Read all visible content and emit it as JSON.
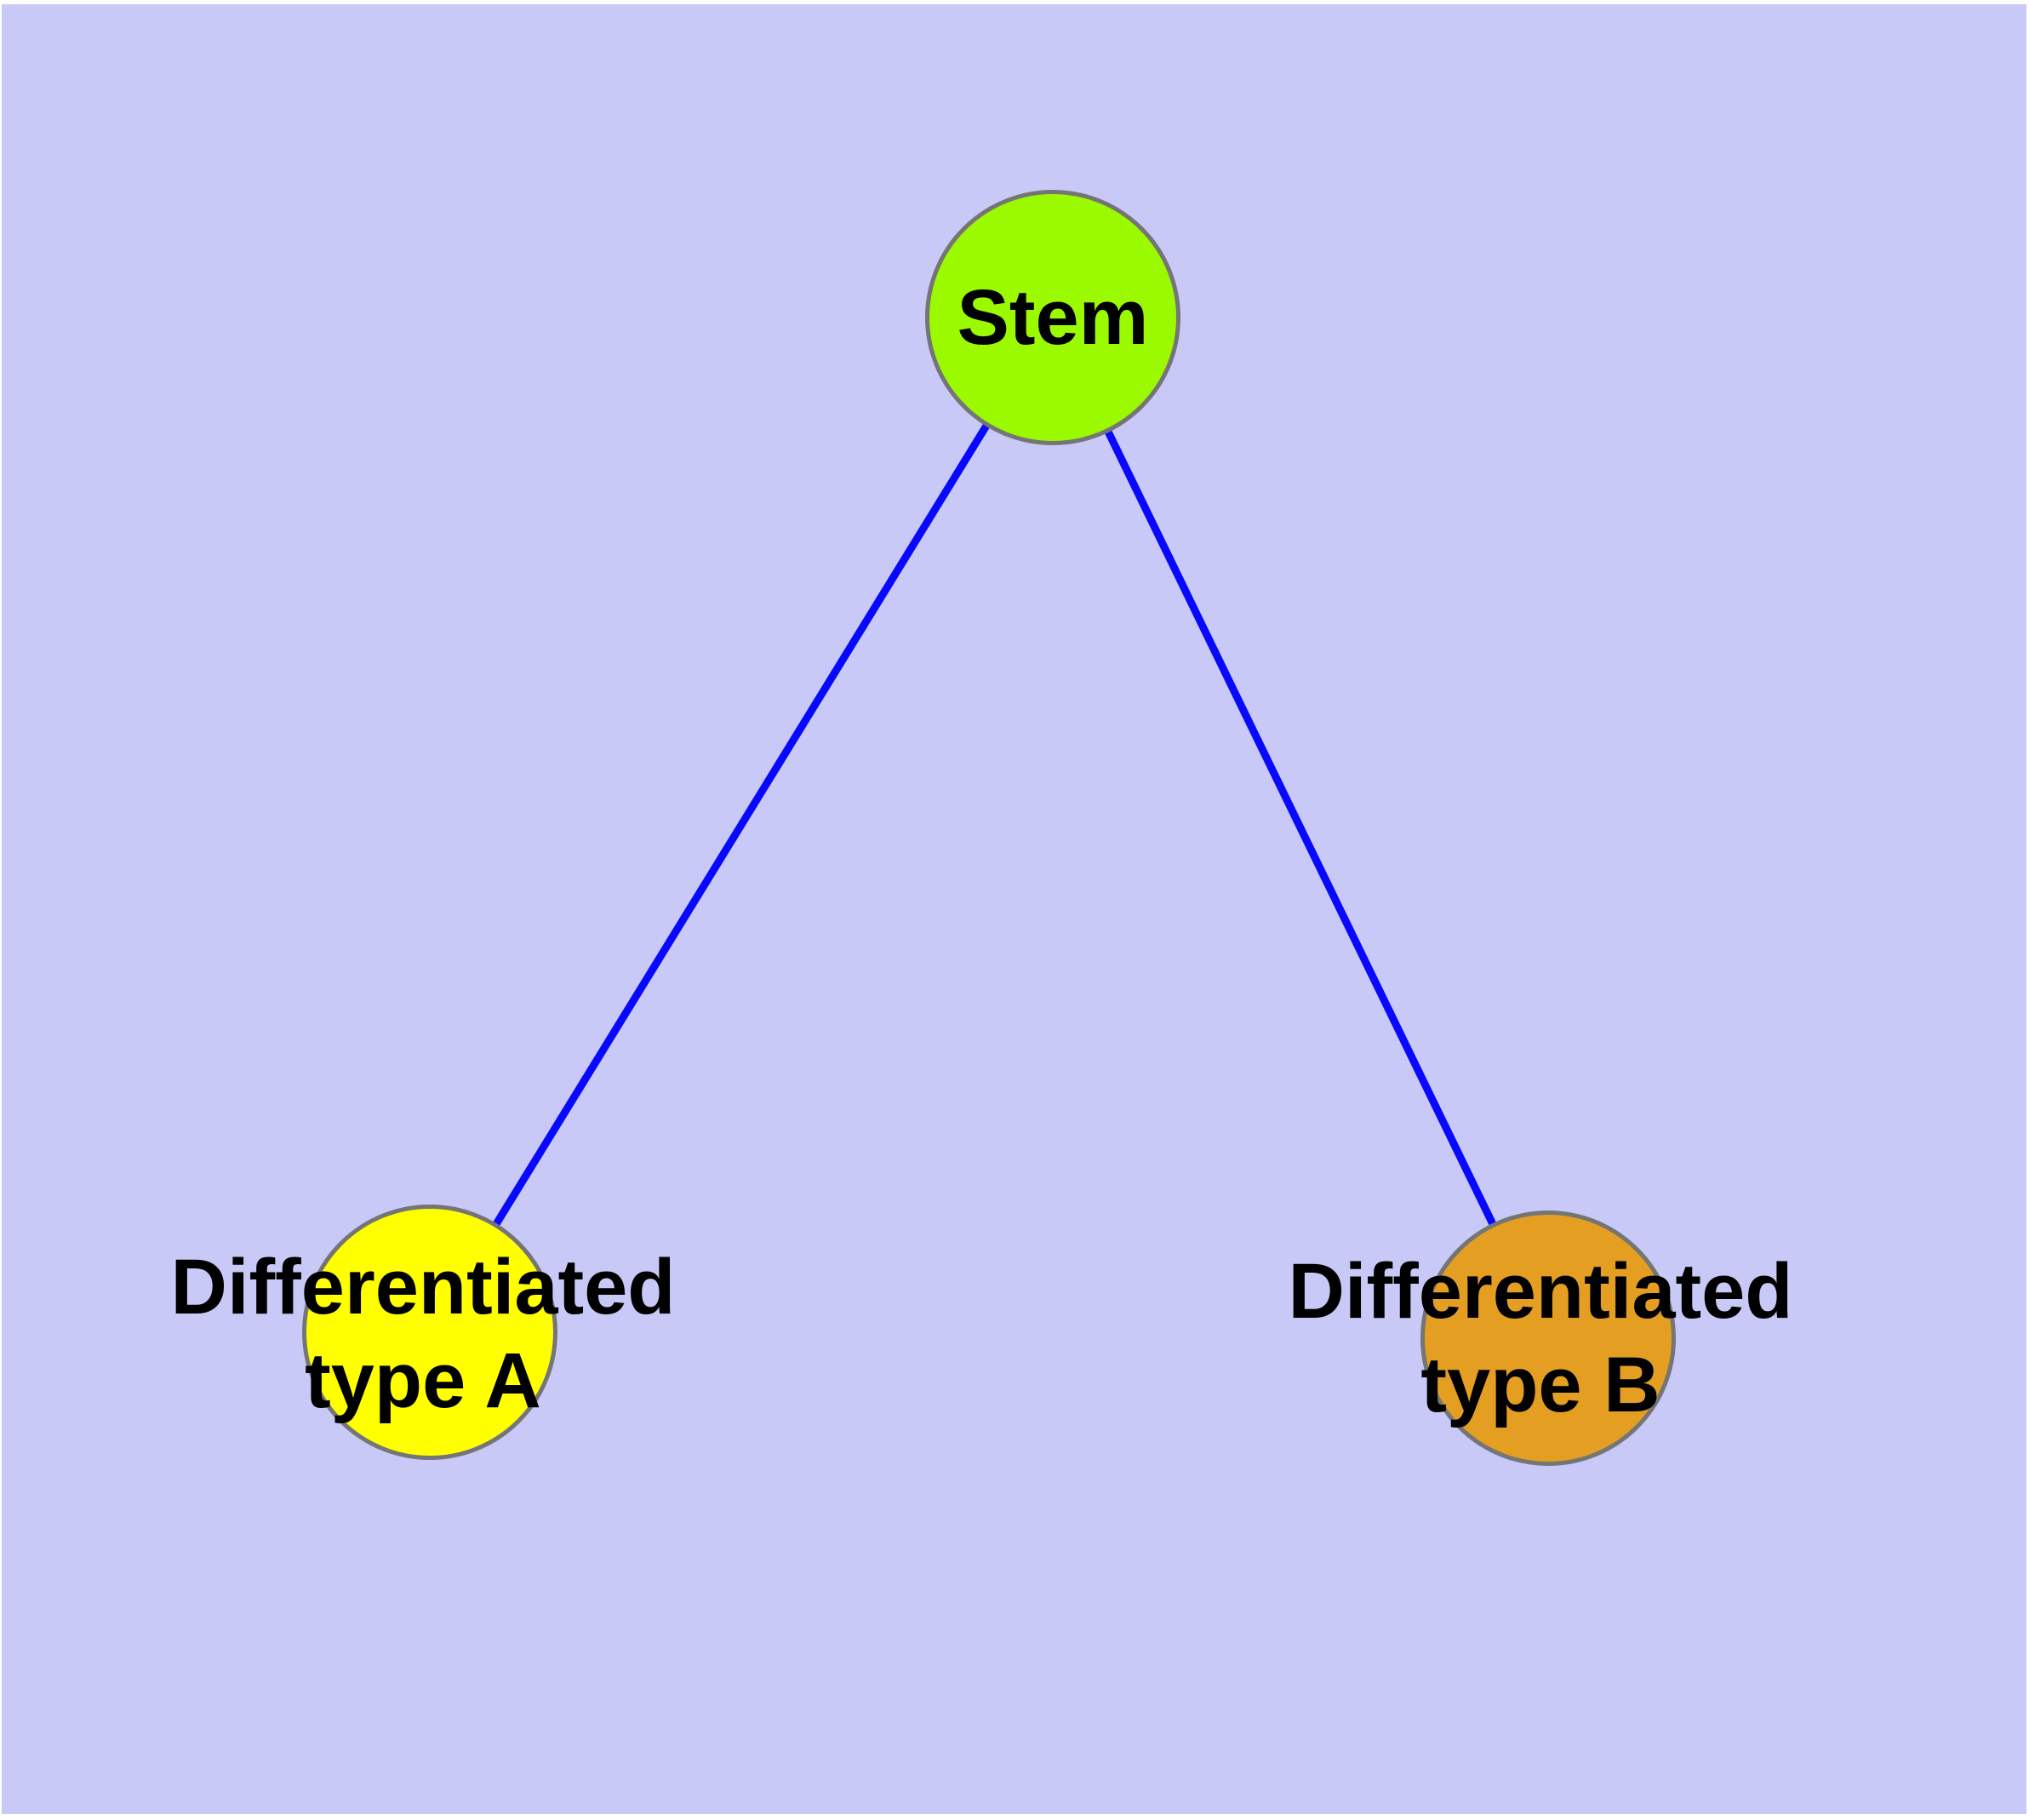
{
  "diagram": {
    "type": "graph",
    "background_color": "#c9c9f7",
    "node_border_color": "#757575",
    "edge_color": "#0808ff",
    "nodes": [
      {
        "id": "stem",
        "label": "Stem",
        "color": "#9bfa00",
        "shape": "circle"
      },
      {
        "id": "type-a",
        "label_line1": "Differentiated",
        "label_line2": "type A",
        "color": "#ffff00",
        "shape": "circle"
      },
      {
        "id": "type-b",
        "label_line1": "Differentiated",
        "label_line2": "type B",
        "color": "#e49e21",
        "shape": "circle"
      }
    ],
    "edges": [
      {
        "from": "Stem",
        "to": "Differentiated type A"
      },
      {
        "from": "Stem",
        "to": "Differentiated type B"
      }
    ]
  }
}
